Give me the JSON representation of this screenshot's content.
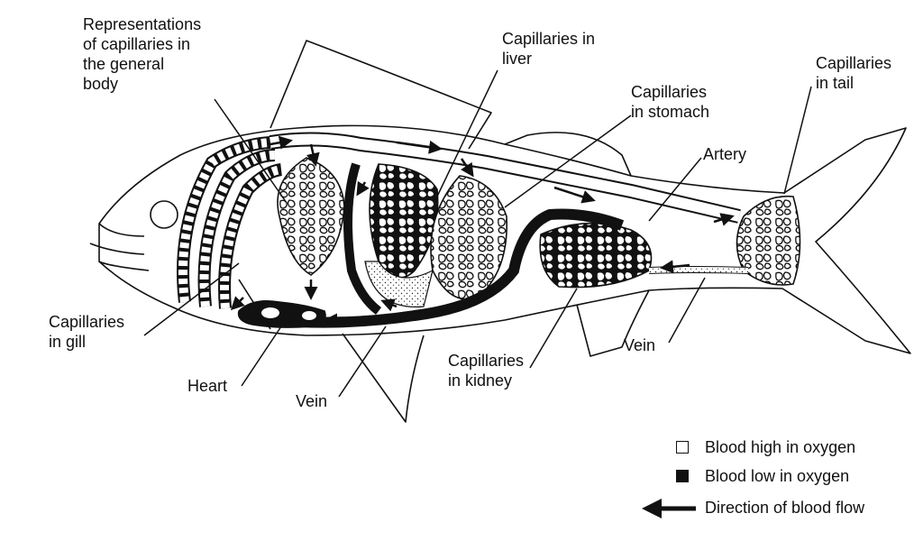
{
  "diagram": {
    "labels": {
      "general_body": [
        "Representations",
        "of capillaries in",
        "the general",
        "body"
      ],
      "liver": [
        "Capillaries in",
        "liver"
      ],
      "stomach": [
        "Capillaries",
        "in stomach"
      ],
      "tail": [
        "Capillaries",
        "in tail"
      ],
      "artery": "Artery",
      "gill": [
        "Capillaries",
        "in gill"
      ],
      "heart": "Heart",
      "vein_lower": "Vein",
      "kidney": [
        "Capillaries",
        "in kidney"
      ],
      "vein_right": "Vein"
    },
    "legend": {
      "high_oxygen": "Blood high in oxygen",
      "low_oxygen": "Blood low in oxygen",
      "direction": "Direction of blood flow"
    }
  }
}
